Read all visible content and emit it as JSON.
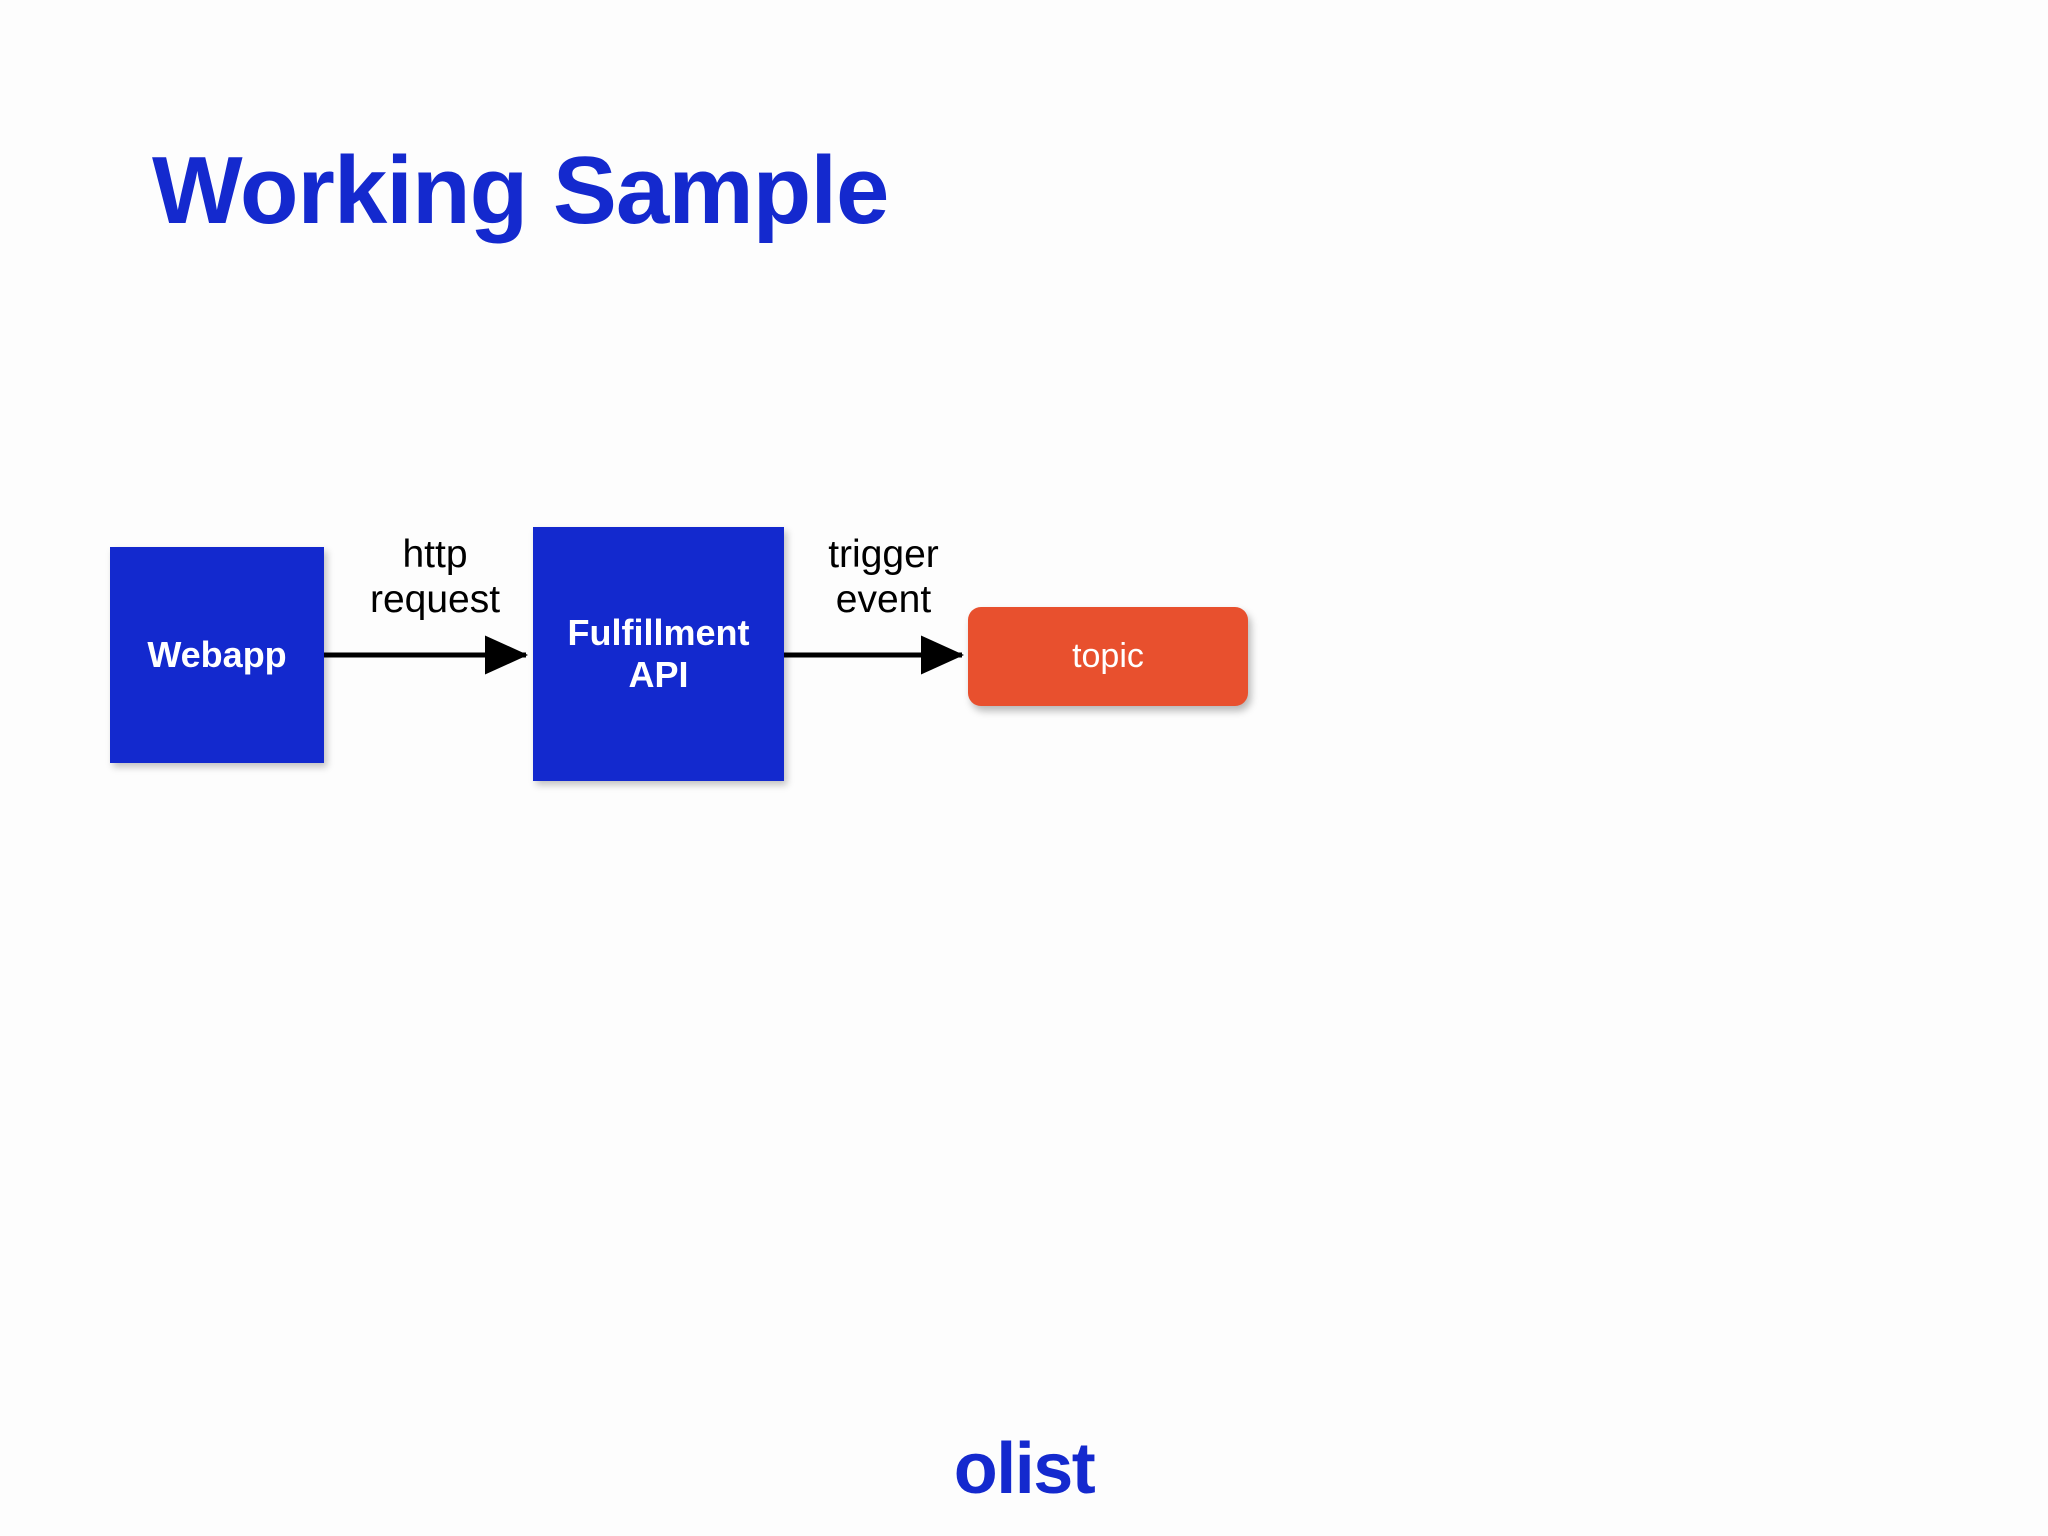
{
  "slide": {
    "title": "Working Sample",
    "background_color": "#fdfdfd",
    "brand_blue": "#1429ce",
    "brand_orange": "#e8502e",
    "footer_logo": "olist"
  },
  "diagram": {
    "type": "flow",
    "nodes": [
      {
        "id": "webapp",
        "label": "Webapp",
        "shape": "rectangle",
        "fill": "#1329ce",
        "text_color": "#ffffff"
      },
      {
        "id": "fulfillment-api",
        "label": "Fulfillment\nAPI",
        "shape": "rectangle",
        "fill": "#1329ce",
        "text_color": "#ffffff"
      },
      {
        "id": "topic",
        "label": "topic",
        "shape": "rounded-rectangle",
        "fill": "#e8502e",
        "text_color": "#ffffff"
      }
    ],
    "edges": [
      {
        "id": "webapp-to-api",
        "from": "webapp",
        "to": "fulfillment-api",
        "label": "http\nrequest",
        "label_color": "#000000",
        "arrow": "filled-triangle",
        "line_color": "#000000"
      },
      {
        "id": "api-to-topic",
        "from": "fulfillment-api",
        "to": "topic",
        "label": "trigger\nevent",
        "label_color": "#000000",
        "arrow": "filled-triangle",
        "line_color": "#000000"
      }
    ]
  }
}
